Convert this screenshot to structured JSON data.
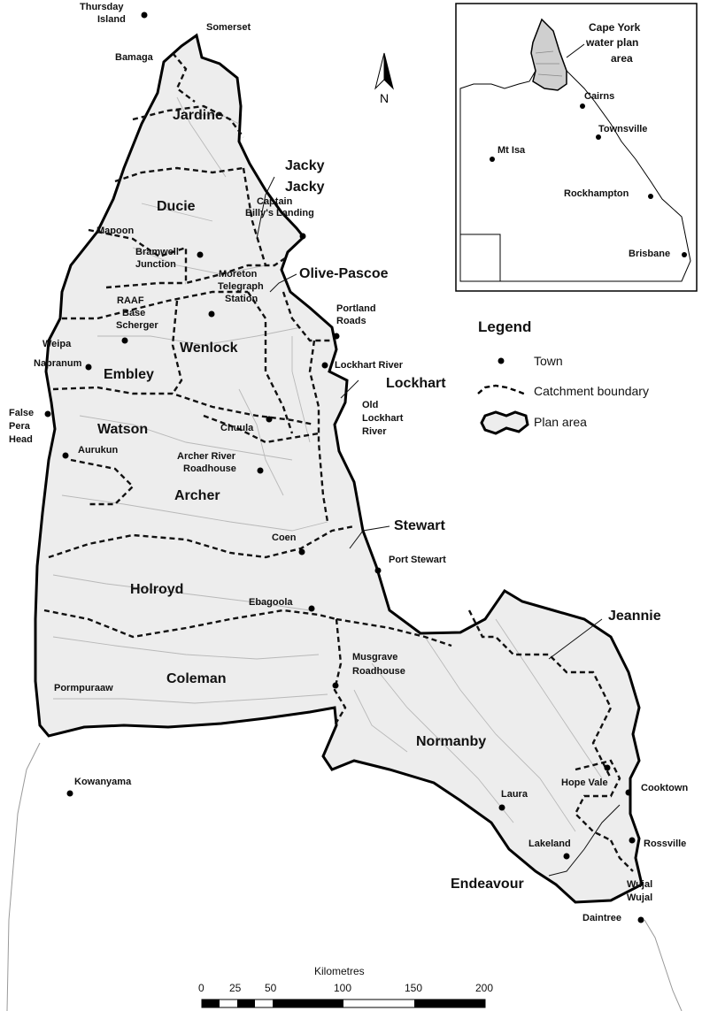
{
  "north_arrow": {
    "label": "N"
  },
  "catchments": [
    {
      "id": "jardine",
      "label": "Jardine"
    },
    {
      "id": "jacky1",
      "label": "Jacky"
    },
    {
      "id": "jacky2",
      "label": "Jacky"
    },
    {
      "id": "ducie",
      "label": "Ducie"
    },
    {
      "id": "olive",
      "label": "Olive-Pascoe"
    },
    {
      "id": "wenlock",
      "label": "Wenlock"
    },
    {
      "id": "embley",
      "label": "Embley"
    },
    {
      "id": "lockhart",
      "label": "Lockhart"
    },
    {
      "id": "watson",
      "label": "Watson"
    },
    {
      "id": "archer",
      "label": "Archer"
    },
    {
      "id": "stewart",
      "label": "Stewart"
    },
    {
      "id": "holroyd",
      "label": "Holroyd"
    },
    {
      "id": "jeannie",
      "label": "Jeannie"
    },
    {
      "id": "coleman",
      "label": "Coleman"
    },
    {
      "id": "normanby",
      "label": "Normanby"
    },
    {
      "id": "endeavour",
      "label": "Endeavour"
    }
  ],
  "towns": {
    "thursday_island": [
      "Thursday",
      "Island"
    ],
    "somerset": [
      "Somerset"
    ],
    "bamaga": [
      "Bamaga"
    ],
    "captain_billys": [
      "Captain",
      "Billy's Landing"
    ],
    "mapoon": [
      "Mapoon"
    ],
    "bramwell": [
      "Bramwell",
      "Junction"
    ],
    "moreton": [
      "Moreton",
      "Telegraph",
      "Station"
    ],
    "raaf": [
      "RAAF",
      "Base",
      "Scherger"
    ],
    "portland": [
      "Portland",
      "Roads"
    ],
    "weipa": [
      "Weipa"
    ],
    "napranum": [
      "Napranum"
    ],
    "lockhart_river": [
      "Lockhart River"
    ],
    "old_lockhart": [
      "Old",
      "Lockhart",
      "River"
    ],
    "false_pera": [
      "False",
      "Pera",
      "Head"
    ],
    "chuula": [
      "Chuula"
    ],
    "aurukun": [
      "Aurukun"
    ],
    "archer_river": [
      "Archer River",
      "Roadhouse"
    ],
    "coen": [
      "Coen"
    ],
    "port_stewart": [
      "Port Stewart"
    ],
    "ebagoola": [
      "Ebagoola"
    ],
    "musgrave": [
      "Musgrave",
      "Roadhouse"
    ],
    "pormpuraaw": [
      "Pormpuraaw"
    ],
    "hope_vale": [
      "Hope Vale"
    ],
    "kowanyama": [
      "Kowanyama"
    ],
    "laura": [
      "Laura"
    ],
    "cooktown": [
      "Cooktown"
    ],
    "lakeland": [
      "Lakeland"
    ],
    "rossville": [
      "Rossville"
    ],
    "wujal": [
      "Wujal",
      "Wujal"
    ],
    "daintree": [
      "Daintree"
    ]
  },
  "legend": {
    "title": "Legend",
    "items": [
      {
        "symbol": "town",
        "label": "Town"
      },
      {
        "symbol": "catchment-boundary",
        "label": "Catchment boundary"
      },
      {
        "symbol": "plan-area",
        "label": "Plan area"
      }
    ]
  },
  "inset": {
    "title": [
      "Cape York",
      "water plan",
      "area"
    ],
    "towns": [
      "Cairns",
      "Townsville",
      "Mt Isa",
      "Rockhampton",
      "Brisbane"
    ]
  },
  "scale_bar": {
    "unit_label": "Kilometres",
    "ticks": [
      "0",
      "25",
      "50",
      "100",
      "150",
      "200"
    ]
  },
  "colors": {
    "plan_fill": "#ededed",
    "outline": "#000000",
    "river": "#b8b8b8",
    "coast": "#999999"
  }
}
